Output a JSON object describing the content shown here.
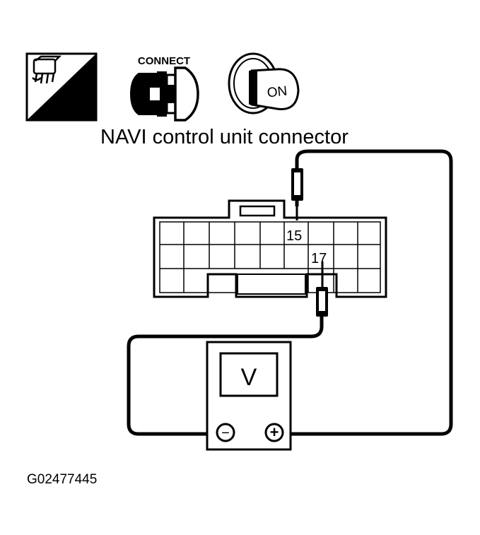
{
  "icons": {
    "harness_side_badge": "H.S.",
    "connect_label": "CONNECT",
    "ignition_key_label": "ON"
  },
  "diagram": {
    "title": "NAVI control unit connector",
    "terminal_a": "15",
    "terminal_b": "17",
    "meter_display": "V",
    "meter_negative_symbol": "−",
    "meter_positive_symbol": "+",
    "figure_code": "G02477445"
  },
  "colors": {
    "line": "#000000",
    "background": "#ffffff"
  }
}
